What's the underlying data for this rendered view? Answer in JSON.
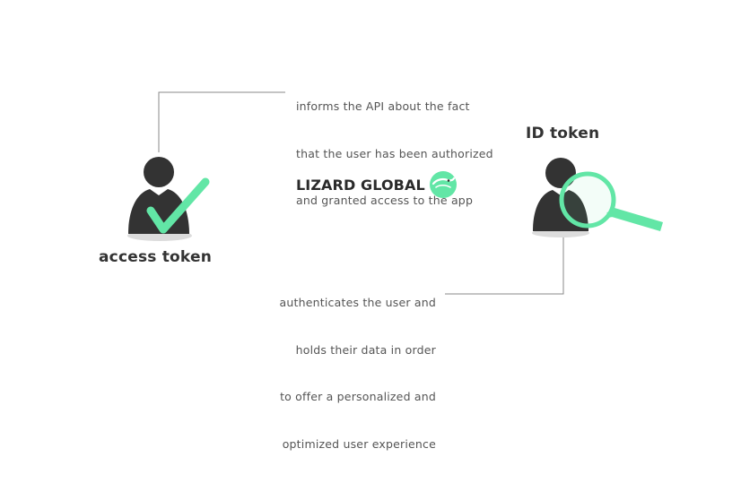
{
  "access_token": {
    "label": "access token",
    "description_lines": [
      "informs the API about the fact",
      "that the user has been authorized",
      "and granted access to the app"
    ],
    "icon": "user-with-checkmark-icon"
  },
  "id_token": {
    "label": "ID token",
    "description_lines": [
      "authenticates the user and",
      "holds their data in order",
      "to offer a personalized and",
      "optimized user experience"
    ],
    "icon": "user-with-magnifier-icon"
  },
  "brand": {
    "name": "LIZARD GLOBAL",
    "logo_icon": "lizard-global-logo-icon"
  },
  "colors": {
    "accent": "#62E6A6",
    "user": "#333333",
    "shadow": "#d9d9d9",
    "text": "#555555",
    "connector": "#888888"
  }
}
